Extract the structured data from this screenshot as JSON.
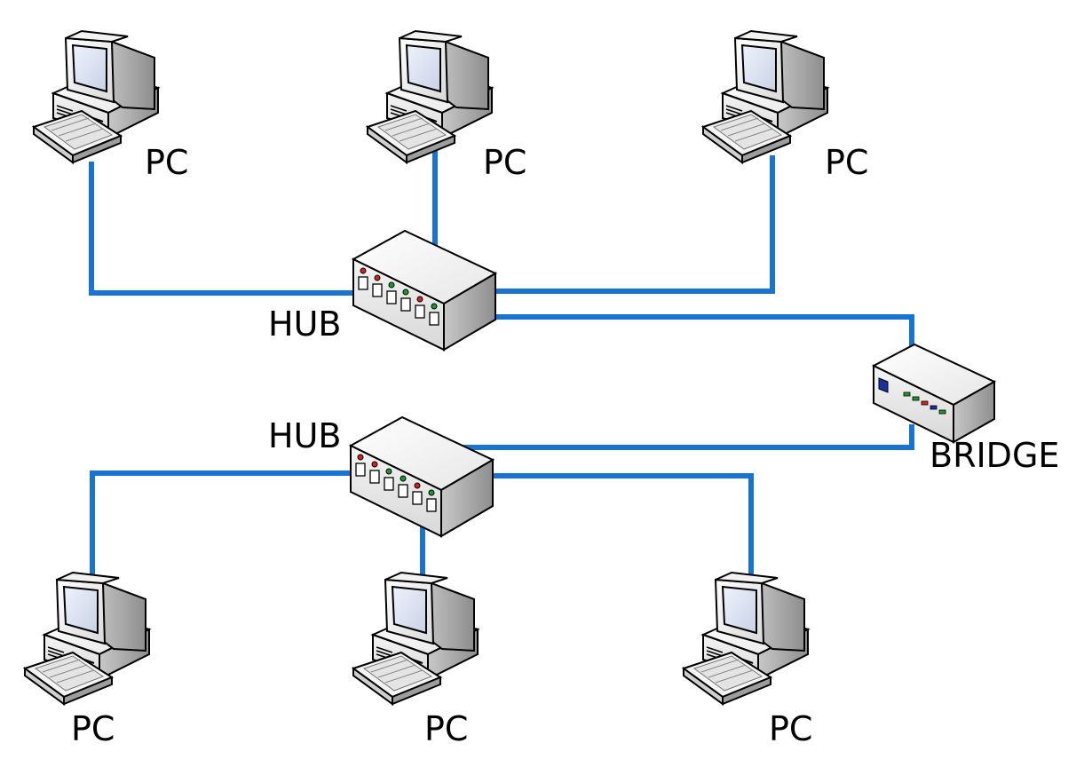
{
  "colors": {
    "cable": "#1874d3",
    "led_red": "#d42020",
    "led_green": "#1a9a2a",
    "bridge_panel": "#1a2fa0"
  },
  "labels": {
    "pc_top_left": "PC",
    "pc_top_center": "PC",
    "pc_top_right": "PC",
    "hub_top": "HUB",
    "bridge": "BRIDGE",
    "hub_bottom": "HUB",
    "pc_bottom_left": "PC",
    "pc_bottom_center": "PC",
    "pc_bottom_right": "PC"
  },
  "icons": {
    "pc": "desktop-computer-icon",
    "hub": "network-hub-icon",
    "bridge": "network-bridge-icon"
  }
}
